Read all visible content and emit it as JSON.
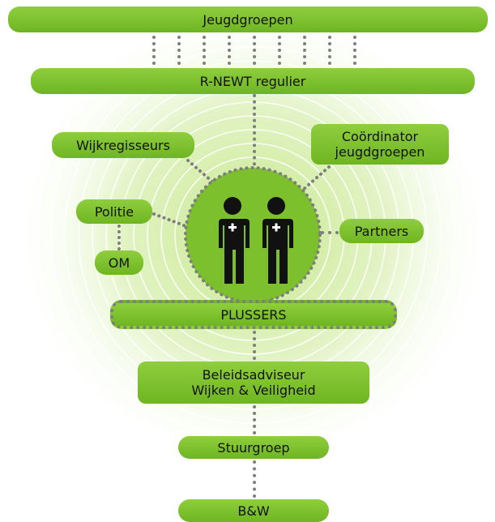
{
  "nodes": {
    "jeugdgroepen": "Jeugdgroepen",
    "rnewt": "R-NEWT regulier",
    "wijkregisseurs": "Wijkregisseurs",
    "coordinator_line1": "Coördinator",
    "coordinator_line2": "jeugdgroepen",
    "politie": "Politie",
    "om": "OM",
    "partners": "Partners",
    "plussers": "PLUSSERS",
    "beleid_line1": "Beleidsadviseur",
    "beleid_line2": "Wijken & Veiligheid",
    "stuurgroep": "Stuurgroep",
    "bw": "B&W"
  },
  "colors": {
    "box_top": "#8fce3e",
    "box_bottom": "#6fb522",
    "glow": "#b9e07a",
    "circle_fill": "#7cc02e",
    "figure": "#111111",
    "connector": "#7e7e7e"
  },
  "icons": [
    "person-plus-icon",
    "person-plus-icon"
  ]
}
